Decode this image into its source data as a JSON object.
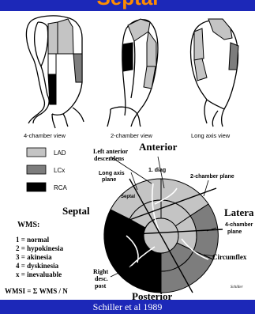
{
  "title": "Septal",
  "views": {
    "four_chamber": "4-chamber view",
    "two_chamber": "2-chamber view",
    "long_axis": "Long axis view"
  },
  "legend": {
    "items": [
      {
        "label": "LAD",
        "color": "#c4c4c4"
      },
      {
        "label": "LCx",
        "color": "#7d7d7d"
      },
      {
        "label": "RCA",
        "color": "#000000"
      }
    ]
  },
  "wms": {
    "heading": "WMS:",
    "lines": [
      "1 = normal",
      "2 = hypokinesia",
      "3 = akinesia",
      "4 = dyskinesia",
      "x = inevaluable"
    ],
    "formula": "WMSI = Σ WMS / N"
  },
  "bullseye": {
    "anterior": "Anterior",
    "posterior": "Posterior",
    "septal": "Septal",
    "lateral": "Latera",
    "left_anterior_descendens": [
      "Left anterior",
      "descendens"
    ],
    "long_axis_plane": [
      "Long axis",
      "plane"
    ],
    "diag": "1. diag",
    "two_chamber_plane": "2-chamber plane",
    "septal_inner": "Septal",
    "four_chamber_plane": [
      "4-chamber",
      "plane"
    ],
    "right_desc_post": [
      "Right",
      "desc.",
      "post"
    ],
    "circumflex": "Circumflex",
    "signature": "Schiller"
  },
  "citation": "Schiller et al 1989"
}
